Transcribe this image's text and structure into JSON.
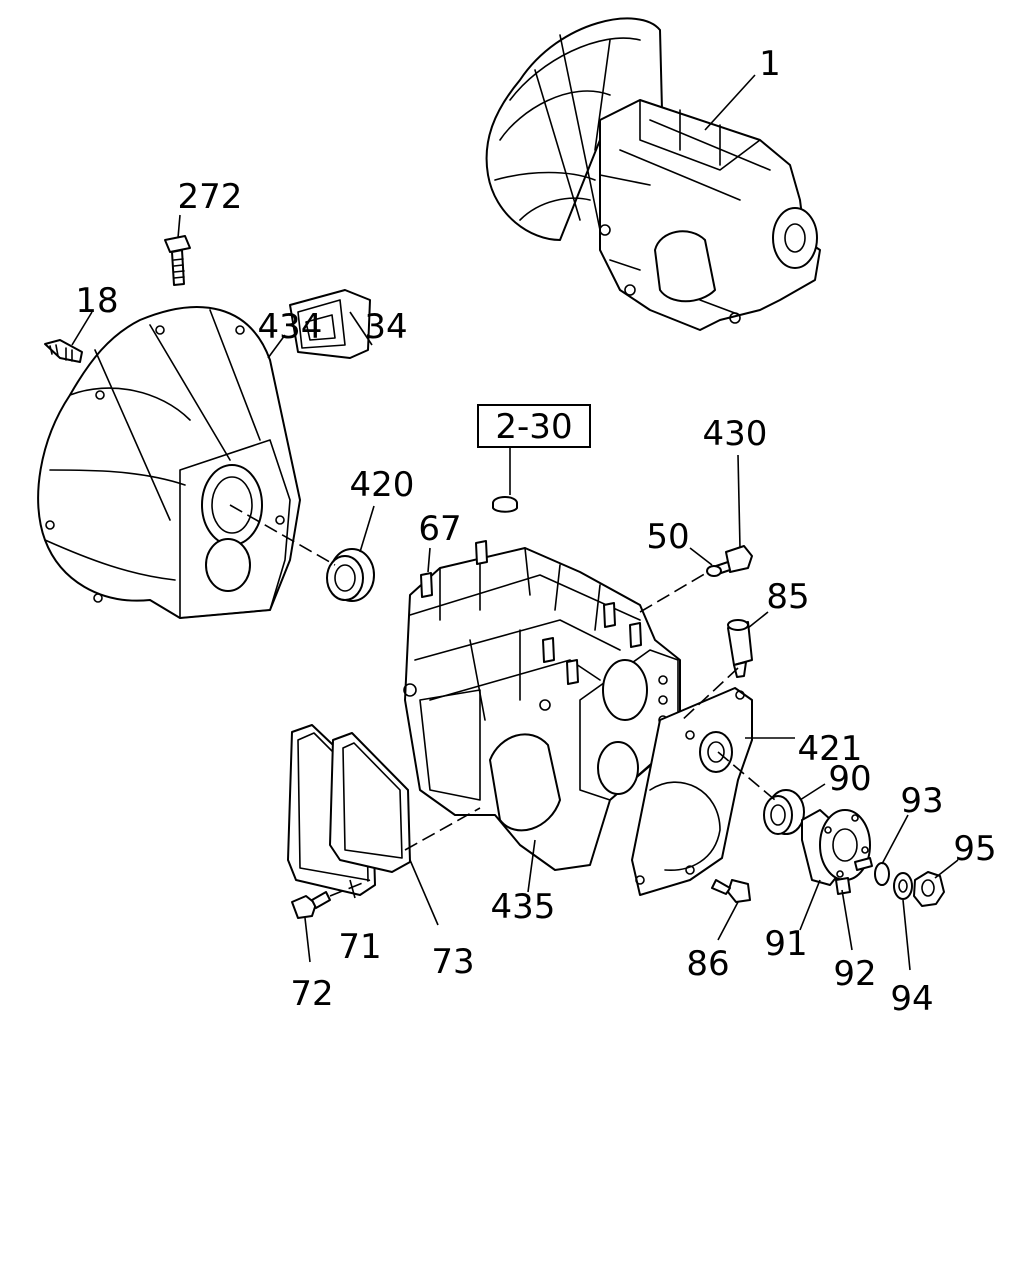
{
  "reference_box": "2-30",
  "callouts": [
    "1",
    "272",
    "18",
    "434",
    "34",
    "420",
    "430",
    "50",
    "67",
    "85",
    "421",
    "90",
    "93",
    "95",
    "71",
    "72",
    "73",
    "435",
    "86",
    "91",
    "92",
    "94"
  ]
}
